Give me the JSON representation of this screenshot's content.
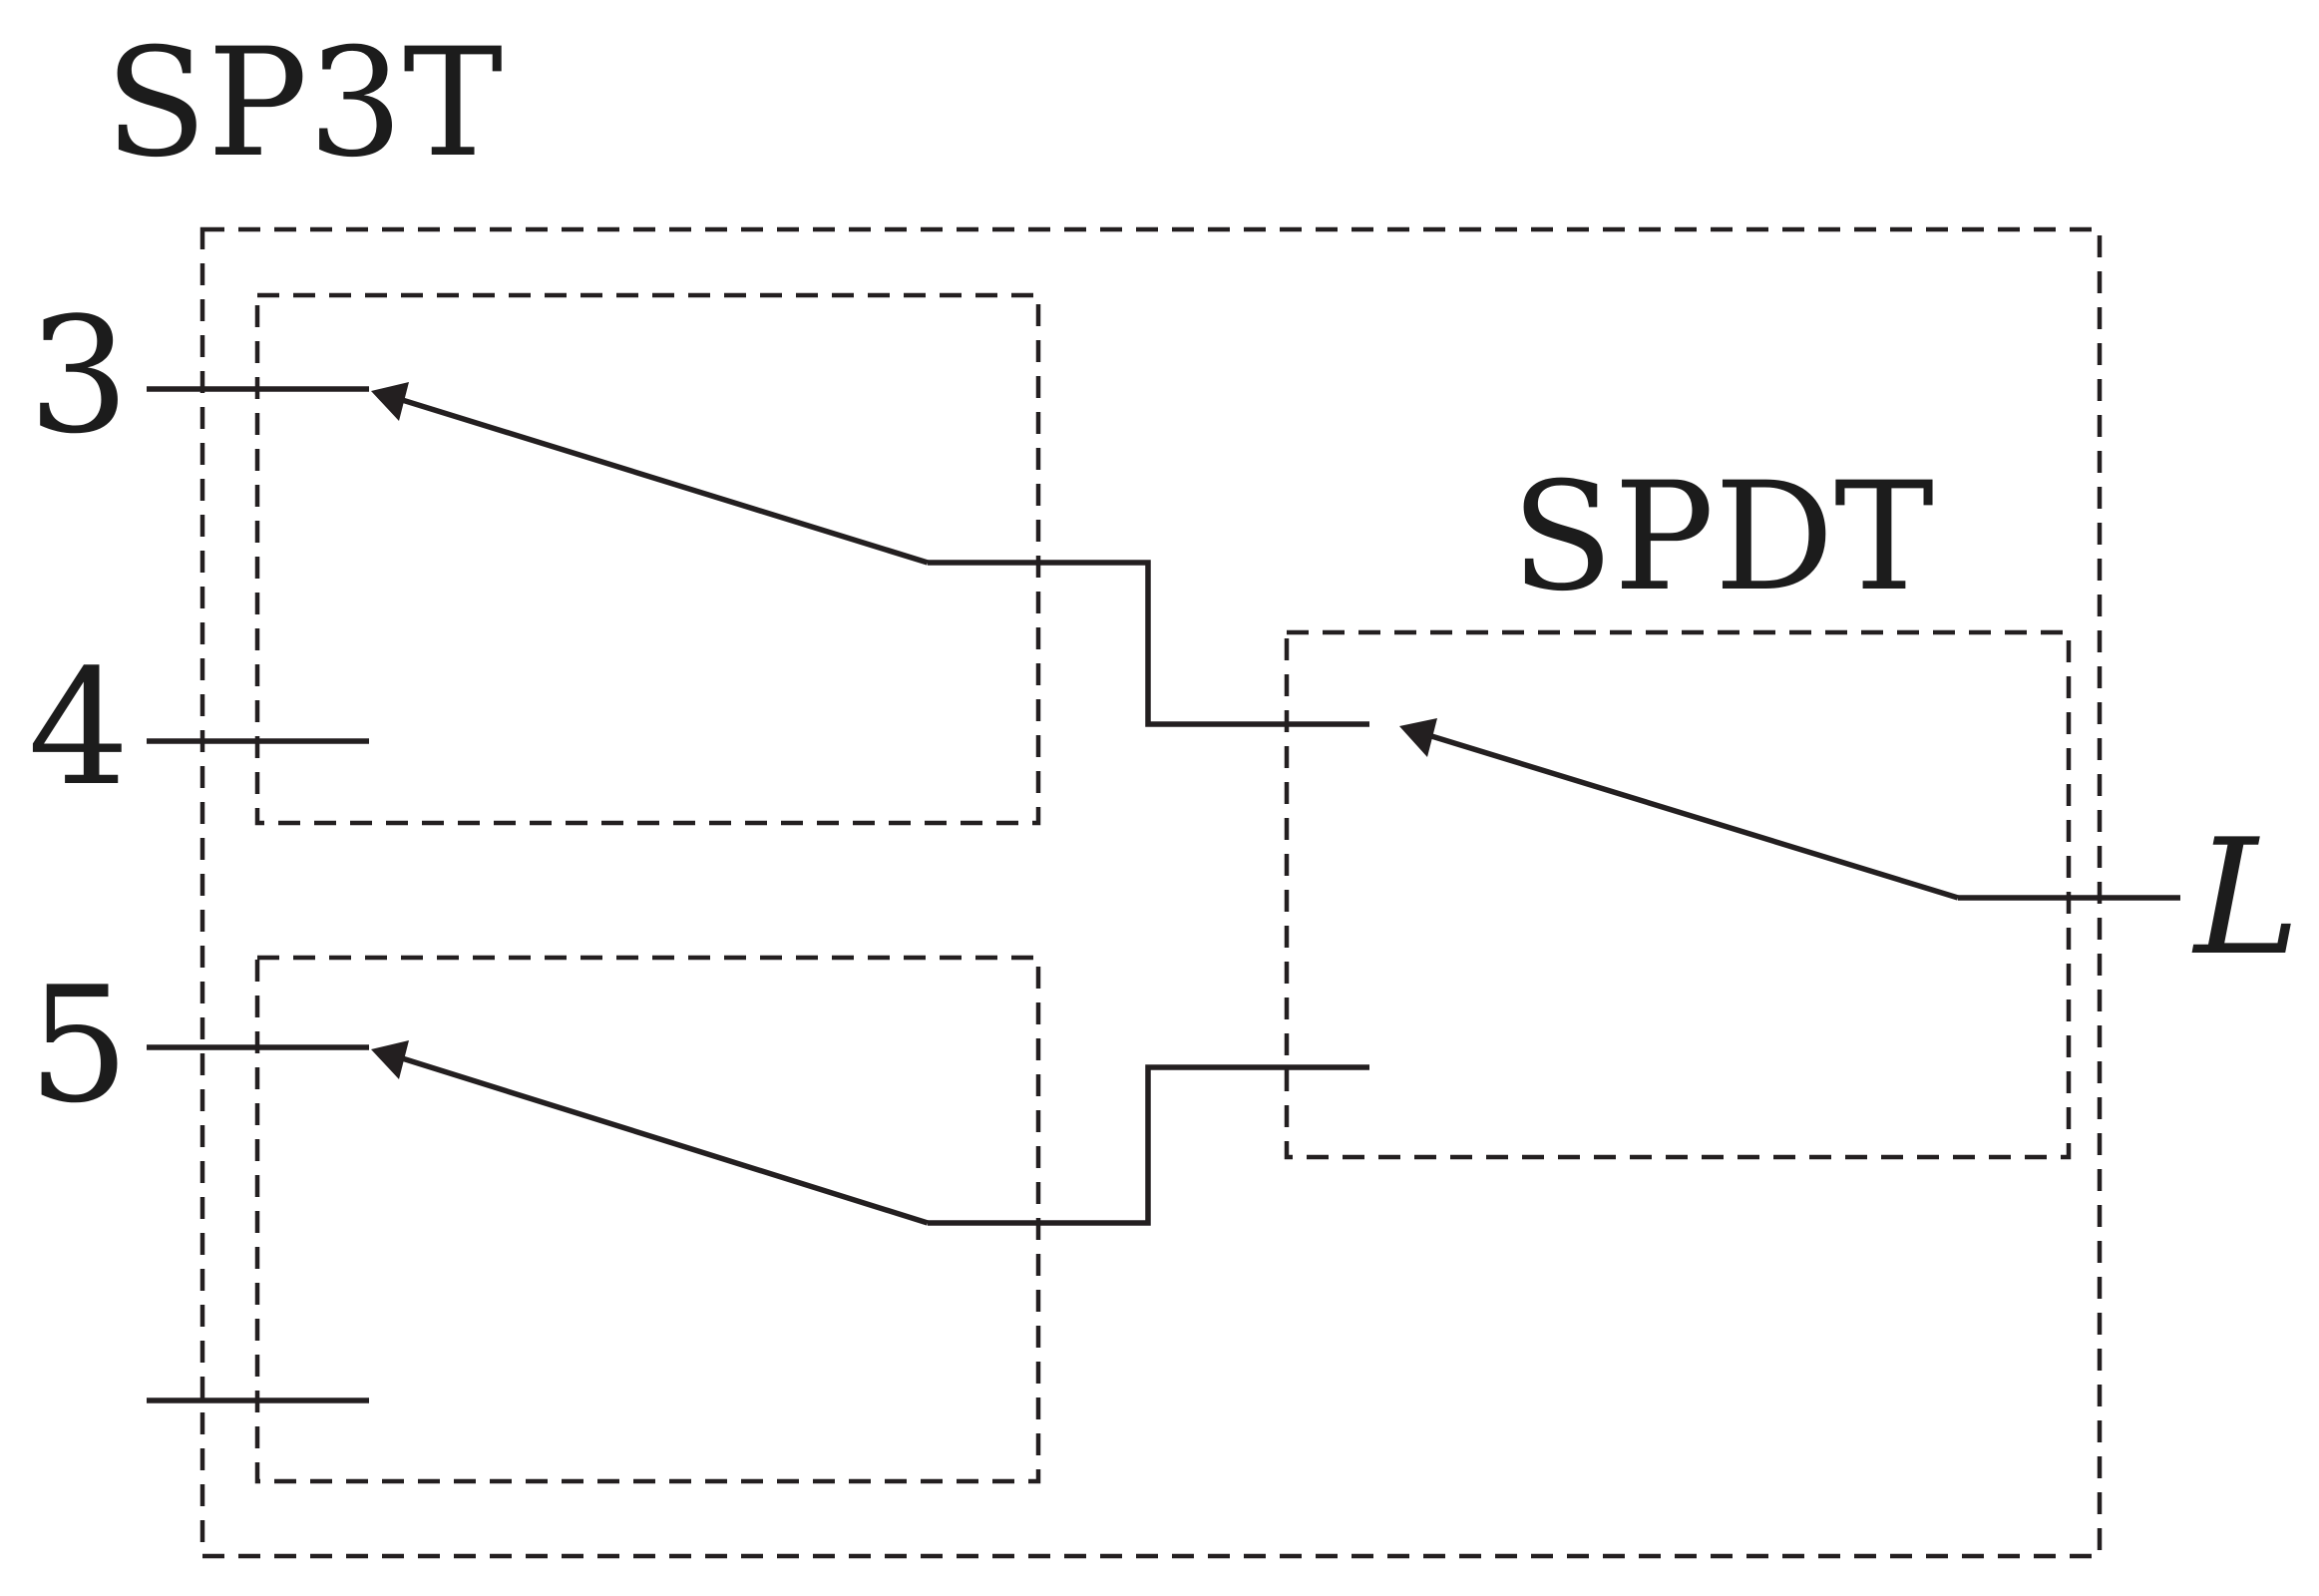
{
  "labels": {
    "outer_block": "SP3T",
    "inner_block": "SPDT",
    "port_3": "3",
    "port_4": "4",
    "port_5": "5",
    "port_load": "L"
  },
  "colors": {
    "line": "#231f20",
    "background": "#ffffff"
  }
}
